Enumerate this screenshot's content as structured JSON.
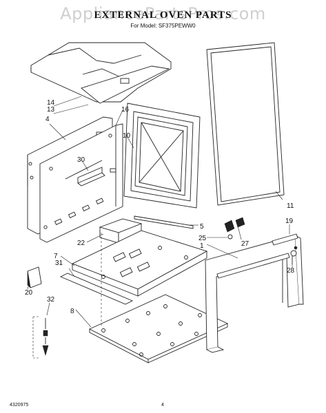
{
  "header": {
    "watermark": "AppliancePartsPros.com",
    "title": "EXTERNAL OVEN PARTS",
    "subtitle": "For Model: SF375PEWW0"
  },
  "callouts": {
    "c1": "1",
    "c4": "4",
    "c5": "5",
    "c7": "7",
    "c8": "8",
    "c10": "10",
    "c11": "11",
    "c13": "13",
    "c14": "14",
    "c16": "16",
    "c19": "19",
    "c20": "20",
    "c22": "22",
    "c25": "25",
    "c27": "27",
    "c28": "28",
    "c30": "30",
    "c31": "31",
    "c32": "32"
  },
  "footer": {
    "code": "4320975",
    "page": "4"
  }
}
